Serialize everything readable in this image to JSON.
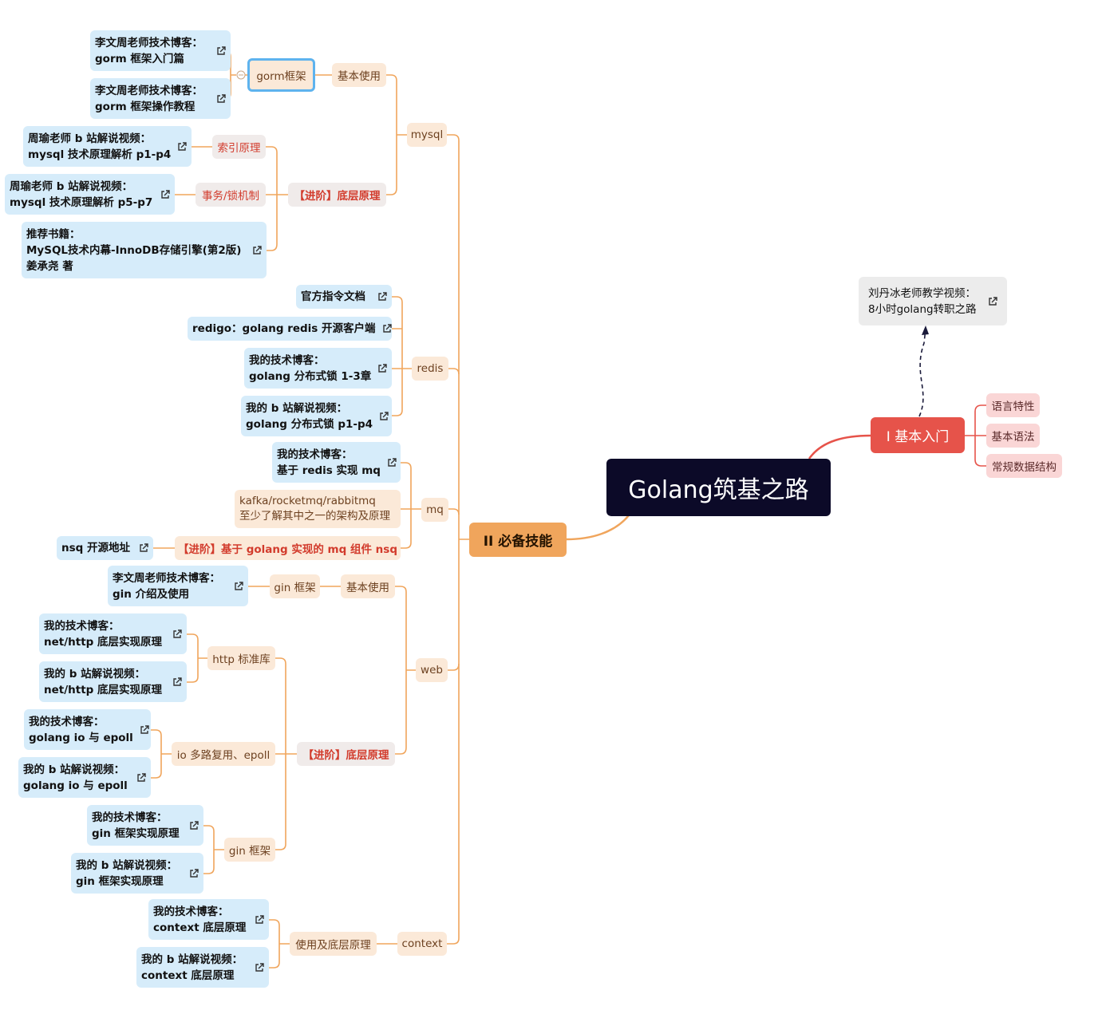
{
  "root": {
    "label": "Golang筑基之路"
  },
  "branch1": {
    "label": "I 基本入门",
    "note": [
      "刘丹冰老师教学视频：",
      "8小时golang转职之路"
    ],
    "items": [
      "语言特性",
      "基本语法",
      "常规数据结构"
    ]
  },
  "branch2": {
    "label": "II 必备技能"
  },
  "mysql": {
    "label": "mysql",
    "basic": "基本使用",
    "gorm": "gorm框架",
    "gorm_res1": [
      "李文周老师技术博客：",
      "gorm 框架入门篇"
    ],
    "gorm_res2": [
      "李文周老师技术博客：",
      "gorm 框架操作教程"
    ],
    "advanced": "【进阶】底层原理",
    "index": "索引原理",
    "index_res": [
      "周瑜老师 b 站解说视频：",
      "mysql 技术原理解析 p1-p4"
    ],
    "txn": "事务/锁机制",
    "txn_res": [
      "周瑜老师 b 站解说视频：",
      "mysql 技术原理解析 p5-p7"
    ],
    "book": [
      "推荐书籍：",
      "MySQL技术内幕-InnoDB存储引擎(第2版)",
      "姜承尧 著"
    ]
  },
  "redis": {
    "label": "redis",
    "docs": "官方指令文档",
    "redigo": "redigo：golang redis 开源客户端",
    "blog": [
      "我的技术博客：",
      "golang 分布式锁 1-3章"
    ],
    "video": [
      "我的 b 站解说视频：",
      "golang 分布式锁 p1-p4"
    ]
  },
  "mq": {
    "label": "mq",
    "redis_mq": [
      "我的技术博客：",
      "基于 redis 实现 mq"
    ],
    "kafka": [
      "kafka/rocketmq/rabbitmq",
      "至少了解其中之一的架构及原理"
    ],
    "nsq": "【进阶】基于 golang 实现的 mq 组件 nsq",
    "nsq_src": "nsq 开源地址"
  },
  "web": {
    "label": "web",
    "basic": "基本使用",
    "gin": "gin 框架",
    "gin_res": [
      "李文周老师技术博客：",
      "gin 介绍及使用"
    ],
    "advanced": "【进阶】底层原理",
    "http": "http 标准库",
    "http_blog": [
      "我的技术博客：",
      "net/http 底层实现原理"
    ],
    "http_video": [
      "我的 b 站解说视频：",
      "net/http 底层实现原理"
    ],
    "io": "io 多路复用、epoll",
    "io_blog": [
      "我的技术博客：",
      "golang io 与 epoll"
    ],
    "io_video": [
      "我的 b 站解说视频：",
      "golang io 与 epoll"
    ],
    "gin2": "gin 框架",
    "gin_blog": [
      "我的技术博客：",
      "gin 框架实现原理"
    ],
    "gin_video": [
      "我的 b 站解说视频：",
      "gin 框架实现原理"
    ]
  },
  "context": {
    "label": "context",
    "usage": "使用及底层原理",
    "blog": [
      "我的技术博客：",
      "context 底层原理"
    ],
    "video": [
      "我的 b 站解说视频：",
      "context 底层原理"
    ]
  },
  "colors": {
    "root_bg": "#0c0a28",
    "branch1": "#e6534a",
    "branch2": "#f0a55c",
    "resource_bg": "#d6ecfa",
    "topic_bg": "#fbe9d8",
    "advanced_text": "#d23b2c",
    "selected_border": "#5eb3ee"
  }
}
